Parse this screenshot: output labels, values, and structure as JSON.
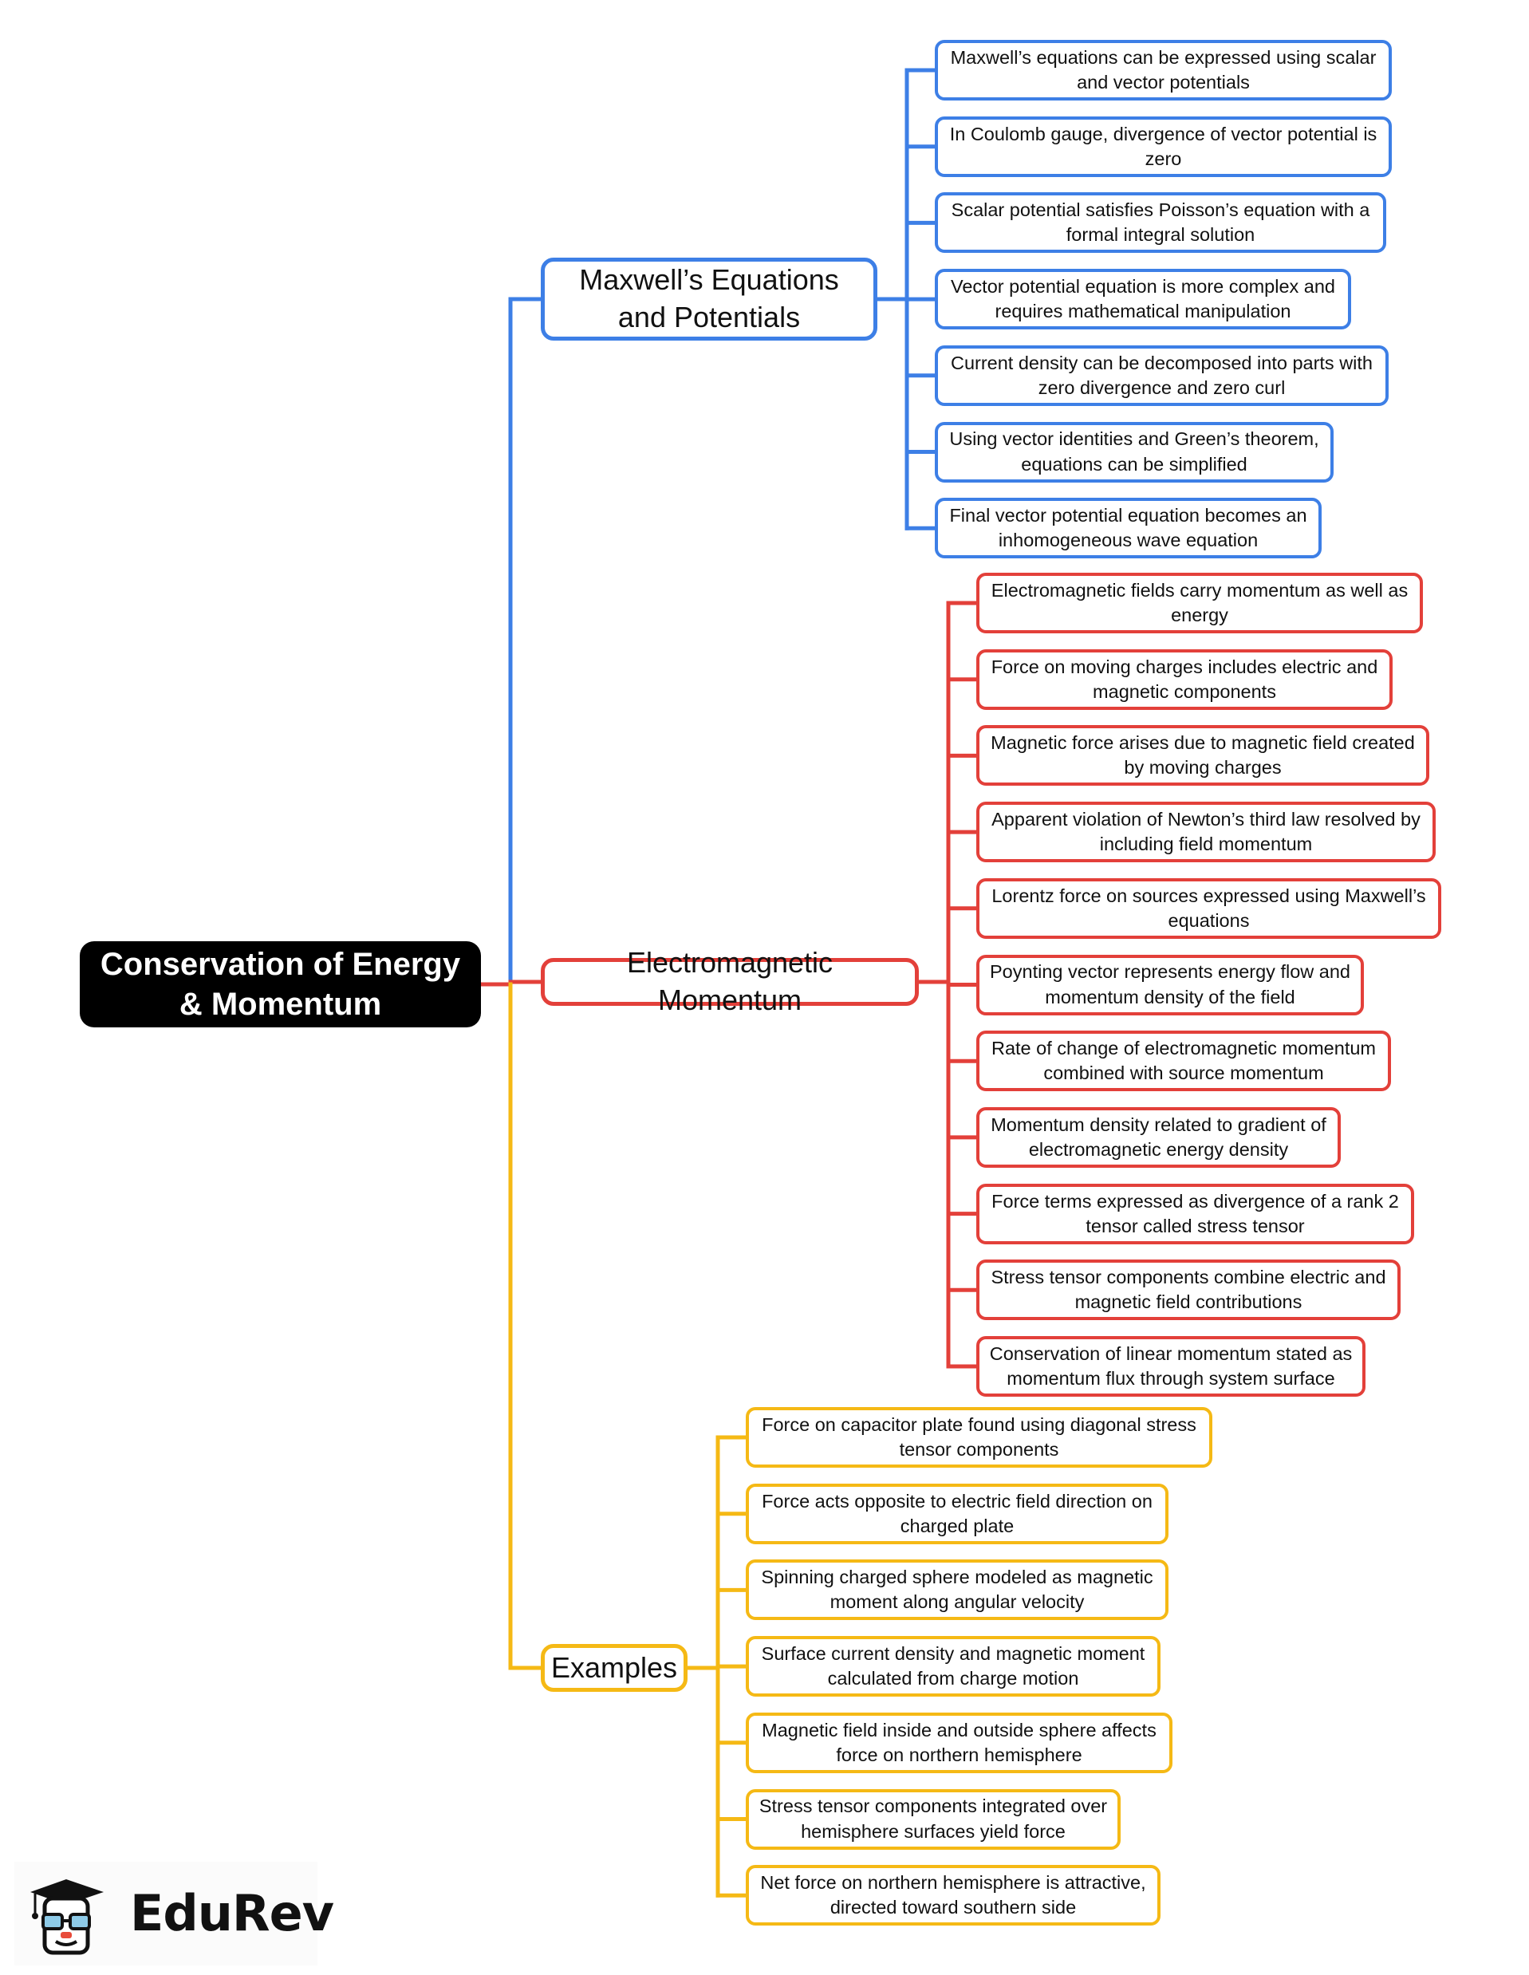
{
  "root": {
    "label": "Conservation of Energy & Momentum"
  },
  "branches": [
    {
      "label": "Maxwell’s Equations and Potentials",
      "color": "#3d7fe6",
      "items": [
        "Maxwell’s equations can be expressed using scalar and vector potentials",
        "In Coulomb gauge, divergence of vector potential is zero",
        "Scalar potential satisfies Poisson’s equation with a formal integral solution",
        "Vector potential equation is more complex and requires mathematical manipulation",
        "Current density can be decomposed into parts with zero divergence and zero curl",
        "Using vector identities and Green’s theorem, equations can be simplified",
        "Final vector potential equation becomes an inhomogeneous wave equation"
      ]
    },
    {
      "label": "Electromagnetic Momentum",
      "color": "#e3403a",
      "items": [
        "Electromagnetic fields carry momentum as well as energy",
        "Force on moving charges includes electric and magnetic components",
        "Magnetic force arises due to magnetic field created by moving charges",
        "Apparent violation of Newton’s third law resolved by including field momentum",
        "Lorentz force on sources expressed using Maxwell’s equations",
        "Poynting vector represents energy flow and momentum density of the field",
        "Rate of change of electromagnetic momentum combined with source momentum",
        "Momentum density related to gradient of electromagnetic energy density",
        "Force terms expressed as divergence of a rank 2 tensor called stress tensor",
        "Stress tensor components combine electric and magnetic field contributions",
        "Conservation of linear momentum stated as momentum flux through system surface"
      ]
    },
    {
      "label": "Examples",
      "color": "#f5b915",
      "items": [
        "Force on capacitor plate found using diagonal stress tensor components",
        "Force acts opposite to electric field direction on charged plate",
        "Spinning charged sphere modeled as magnetic moment along angular velocity",
        "Surface current density and magnetic moment calculated from charge motion",
        "Magnetic field inside and outside sphere affects force on northern hemisphere",
        "Stress tensor components integrated over hemisphere surfaces yield force",
        "Net force on northern hemisphere is attractive, directed toward southern side"
      ]
    }
  ],
  "logo": {
    "text": "EduRev",
    "icon": "graduation-cap-mascot-icon"
  }
}
